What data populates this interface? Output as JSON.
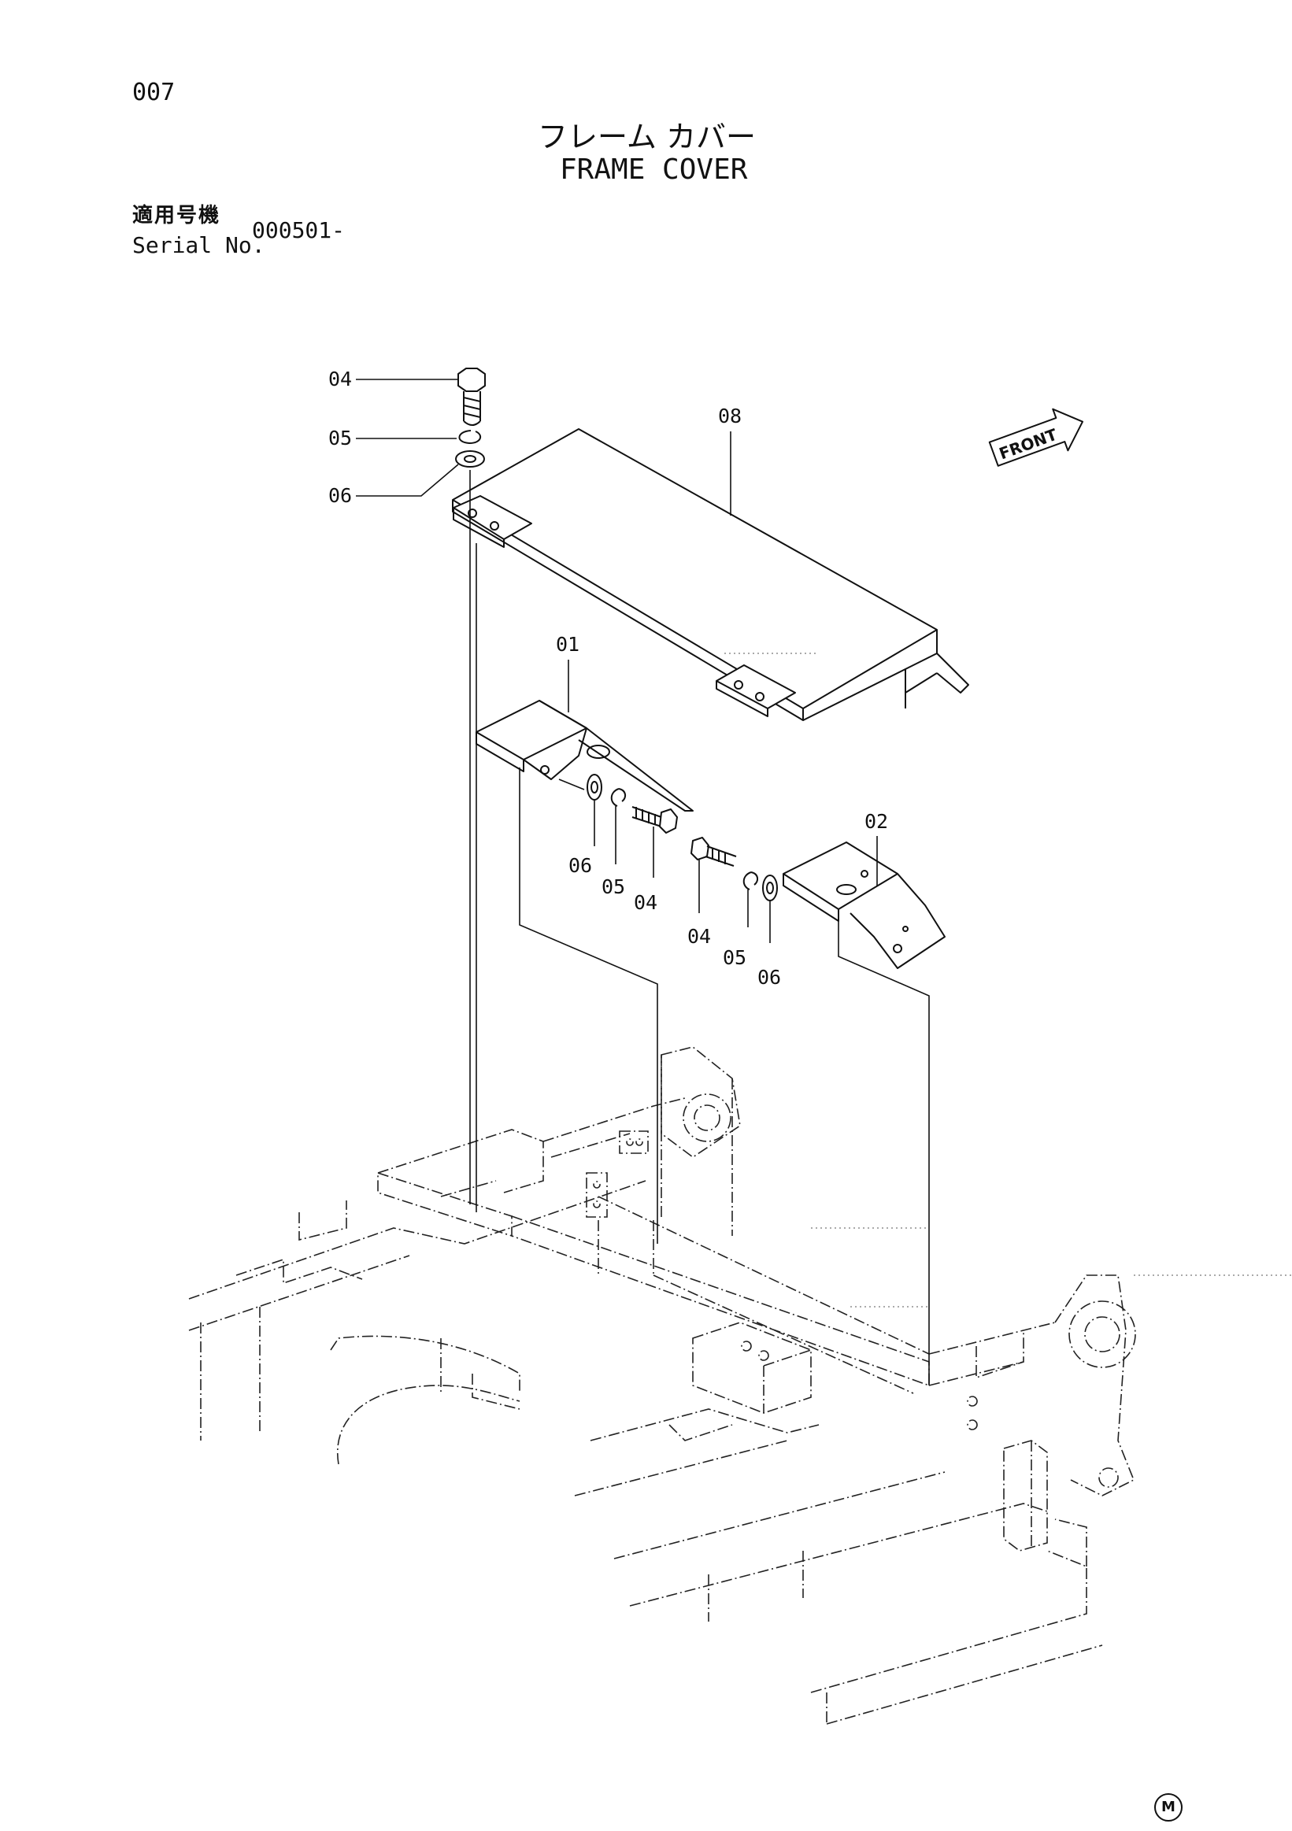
{
  "page": {
    "number": "007",
    "title_jp": "フレーム カバー",
    "title_en": "FRAME COVER",
    "serial_label_jp": "適用号機",
    "serial_label_en": "Serial No.",
    "serial_value": "000501-",
    "mark": "M"
  },
  "callouts": [
    {
      "id": "c1",
      "label": "04"
    },
    {
      "id": "c2",
      "label": "05"
    },
    {
      "id": "c3",
      "label": "06"
    },
    {
      "id": "c4",
      "label": "08"
    },
    {
      "id": "c5",
      "label": "01"
    },
    {
      "id": "c6",
      "label": "06"
    },
    {
      "id": "c7",
      "label": "05"
    },
    {
      "id": "c8",
      "label": "04"
    },
    {
      "id": "c9",
      "label": "04"
    },
    {
      "id": "c10",
      "label": "05"
    },
    {
      "id": "c11",
      "label": "06"
    },
    {
      "id": "c12",
      "label": "02"
    }
  ],
  "front_arrow": {
    "label": "FRONT"
  }
}
